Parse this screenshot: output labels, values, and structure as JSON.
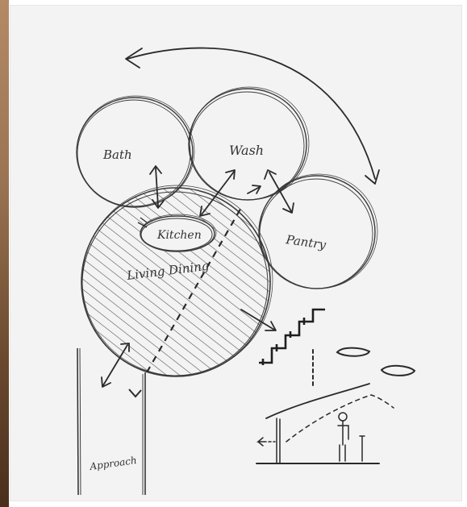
{
  "labels": {
    "bath": "Bath",
    "wash": "Wash",
    "pantry": "Pantry",
    "kitchen": "Kitchen",
    "living_dining": "Living Dining",
    "approach": "Approach"
  },
  "colors": {
    "paper": "#f3f3f3",
    "ink": "#3a3a3a",
    "left_strip": "#8f6a4d"
  }
}
